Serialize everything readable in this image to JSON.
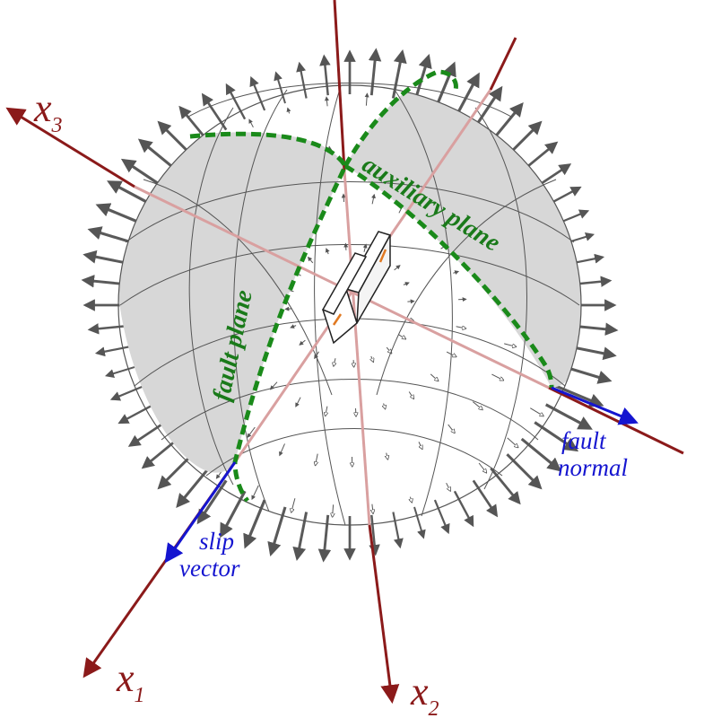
{
  "labels": {
    "x1": {
      "main": "x",
      "sub": "1"
    },
    "x2": {
      "main": "x",
      "sub": "2"
    },
    "x3": {
      "main": "x",
      "sub": "3"
    },
    "fault_normal": [
      "fault",
      "normal"
    ],
    "slip_vector": [
      "slip",
      "vector"
    ],
    "fault_plane": "fault plane",
    "auxiliary_plane": "auxiliary plane"
  },
  "colors": {
    "axis": "#8b1a1a",
    "axis_inner": "#d9a0a0",
    "vector": "#1515d0",
    "plane": "#1a8a1a",
    "shade": "#d7d7d7",
    "grid": "#555555",
    "arrow_out": "#5a5a5a",
    "arrow_in": "#ffffff",
    "slip_mark": "#e07820"
  },
  "icons": {
    "axis_head": "arrowhead-icon",
    "block": "fault-block-icon"
  }
}
